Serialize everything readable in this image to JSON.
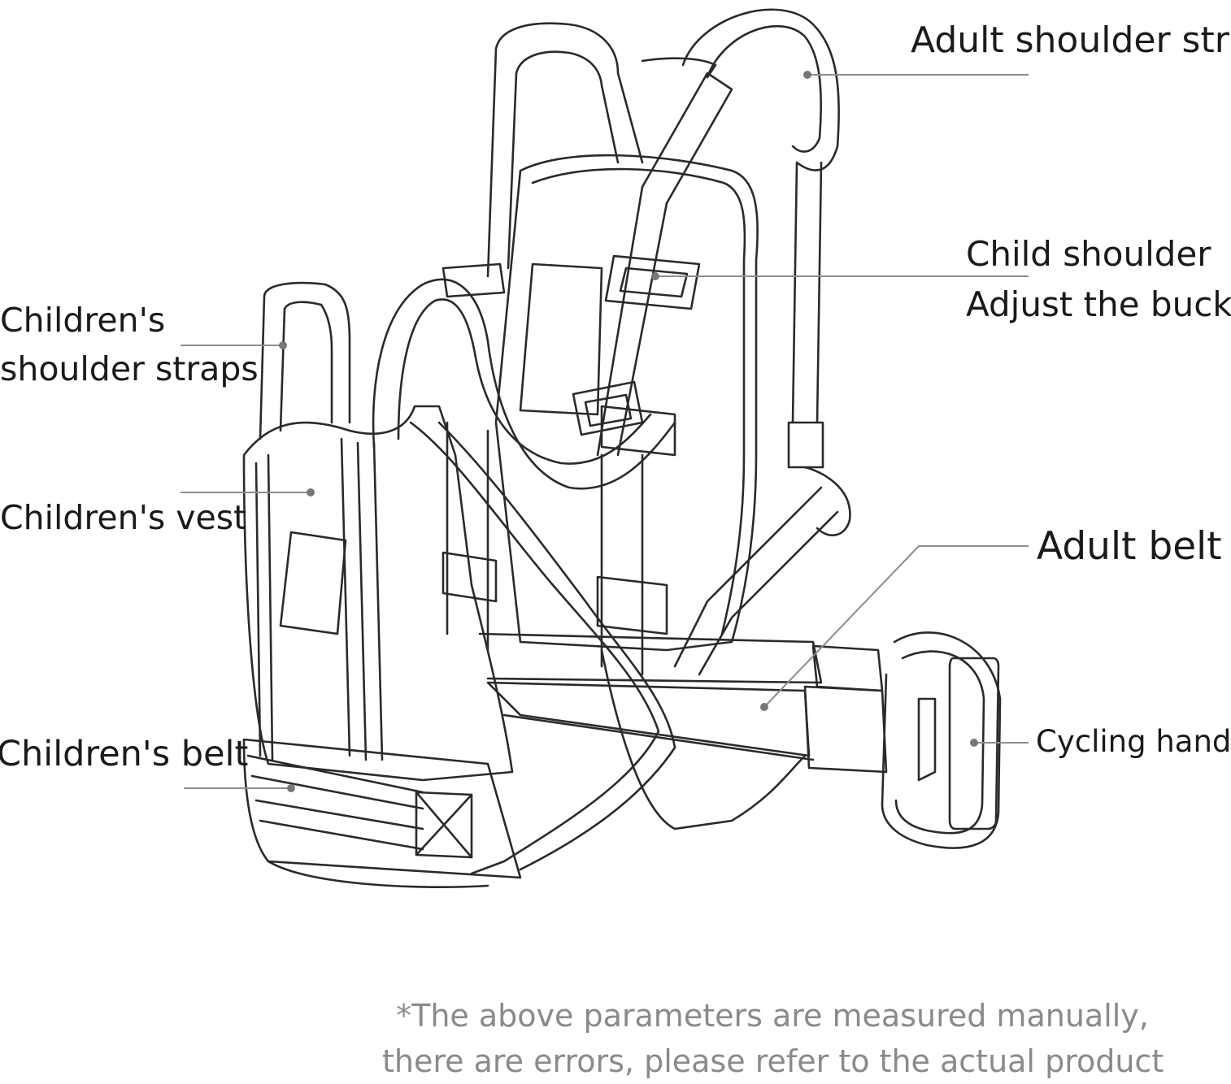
{
  "labels": {
    "adult_shoulder_straps": "Adult shoulder strap",
    "child_shoulder_line1": "Child shoulder",
    "child_shoulder_line2": "Adjust the buckle",
    "childrens_shoulder_line1": "Children's",
    "childrens_shoulder_line2": "shoulder straps",
    "childrens_vest": "Children's vest",
    "adult_belt": "Adult belt",
    "childrens_belt": "Children's belt",
    "cycling_handle": "Cycling handle"
  },
  "note": {
    "line1": "*The above parameters are measured manually,",
    "line2": "there are errors, please refer to the actual product"
  },
  "colors": {
    "outline": "#2a2a2a",
    "leader_line": "#8c8c8c",
    "note_text": "#8a8a8a"
  }
}
